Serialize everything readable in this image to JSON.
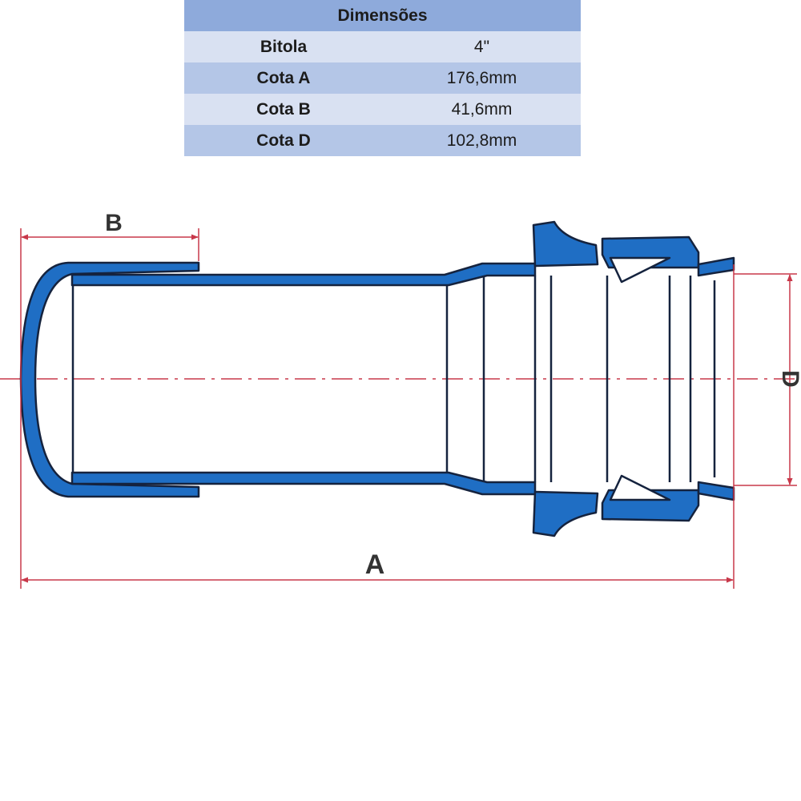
{
  "table": {
    "title": "Dimensões",
    "rows": [
      {
        "label": "Bitola",
        "value": "4\""
      },
      {
        "label": "Cota A",
        "value": "176,6mm"
      },
      {
        "label": "Cota B",
        "value": "41,6mm"
      },
      {
        "label": "Cota D",
        "value": "102,8mm"
      }
    ]
  },
  "drawing": {
    "labels": {
      "a": "A",
      "b": "B",
      "d": "D"
    },
    "colors": {
      "pipe_fill": "#1f6ec4",
      "outline": "#15233e",
      "dimension": "#c8384a",
      "header": "#8eaadb",
      "row_light": "#d9e1f2",
      "row_dark": "#b4c6e7"
    }
  }
}
